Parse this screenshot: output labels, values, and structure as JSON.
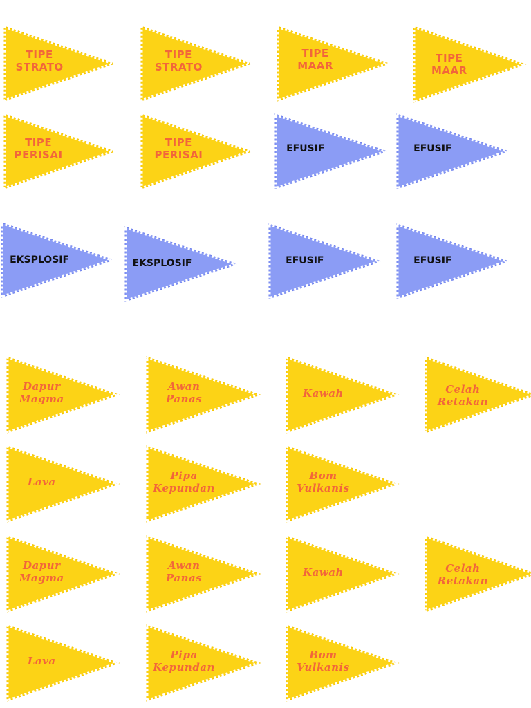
{
  "colors": {
    "yellow_fill": "#fcd316",
    "yellow_border": "#f5c400",
    "blue_fill": "#8b9cf5",
    "blue_border": "#6f82ee",
    "label_orange": "#f2663a",
    "label_black": "#111111"
  },
  "cards": [
    {
      "id": "tipe-strato-1",
      "lines": [
        "TIPE",
        "STRATO"
      ],
      "theme": "yellow"
    },
    {
      "id": "tipe-strato-2",
      "lines": [
        "TIPE",
        "STRATO"
      ],
      "theme": "yellow"
    },
    {
      "id": "tipe-maar-1",
      "lines": [
        "TIPE",
        "MAAR"
      ],
      "theme": "yellow"
    },
    {
      "id": "tipe-maar-2",
      "lines": [
        "TIPE",
        "MAAR"
      ],
      "theme": "yellow"
    },
    {
      "id": "tipe-perisai-1",
      "lines": [
        "TIPE",
        "PERISAI"
      ],
      "theme": "yellow"
    },
    {
      "id": "tipe-perisai-2",
      "lines": [
        "TIPE",
        "PERISAI"
      ],
      "theme": "yellow"
    },
    {
      "id": "efusif-1",
      "lines": [
        "EFUSIF"
      ],
      "theme": "blue"
    },
    {
      "id": "efusif-2",
      "lines": [
        "EFUSIF"
      ],
      "theme": "blue"
    },
    {
      "id": "eksplosif-1",
      "lines": [
        "EKSPLOSIF"
      ],
      "theme": "blue"
    },
    {
      "id": "eksplosif-2",
      "lines": [
        "EKSPLOSIF"
      ],
      "theme": "blue"
    },
    {
      "id": "efusif-3",
      "lines": [
        "EFUSIF"
      ],
      "theme": "blue"
    },
    {
      "id": "efusif-4",
      "lines": [
        "EFUSIF"
      ],
      "theme": "blue"
    },
    {
      "id": "dapur-magma-1",
      "lines": [
        "Dapur",
        "Magma"
      ],
      "theme": "hand"
    },
    {
      "id": "awan-panas-1",
      "lines": [
        "Awan",
        "Panas"
      ],
      "theme": "hand"
    },
    {
      "id": "kawah-1",
      "lines": [
        "Kawah"
      ],
      "theme": "hand"
    },
    {
      "id": "celah-retakan-1",
      "lines": [
        "Celah",
        "Retakan"
      ],
      "theme": "hand"
    },
    {
      "id": "lava-1",
      "lines": [
        "Lava"
      ],
      "theme": "hand"
    },
    {
      "id": "pipa-kepundan-1",
      "lines": [
        "Pipa",
        "Kepundan"
      ],
      "theme": "hand"
    },
    {
      "id": "bom-vulkanis-1",
      "lines": [
        "Bom",
        "Vulkanis"
      ],
      "theme": "hand"
    },
    {
      "id": "dapur-magma-2",
      "lines": [
        "Dapur",
        "Magma"
      ],
      "theme": "hand"
    },
    {
      "id": "awan-panas-2",
      "lines": [
        "Awan",
        "Panas"
      ],
      "theme": "hand"
    },
    {
      "id": "kawah-2",
      "lines": [
        "Kawah"
      ],
      "theme": "hand"
    },
    {
      "id": "celah-retakan-2",
      "lines": [
        "Celah",
        "Retakan"
      ],
      "theme": "hand"
    },
    {
      "id": "lava-2",
      "lines": [
        "Lava"
      ],
      "theme": "hand"
    },
    {
      "id": "pipa-kepundan-2",
      "lines": [
        "Pipa",
        "Kepundan"
      ],
      "theme": "hand"
    },
    {
      "id": "bom-vulkanis-2",
      "lines": [
        "Bom",
        "Vulkanis"
      ],
      "theme": "hand"
    }
  ]
}
